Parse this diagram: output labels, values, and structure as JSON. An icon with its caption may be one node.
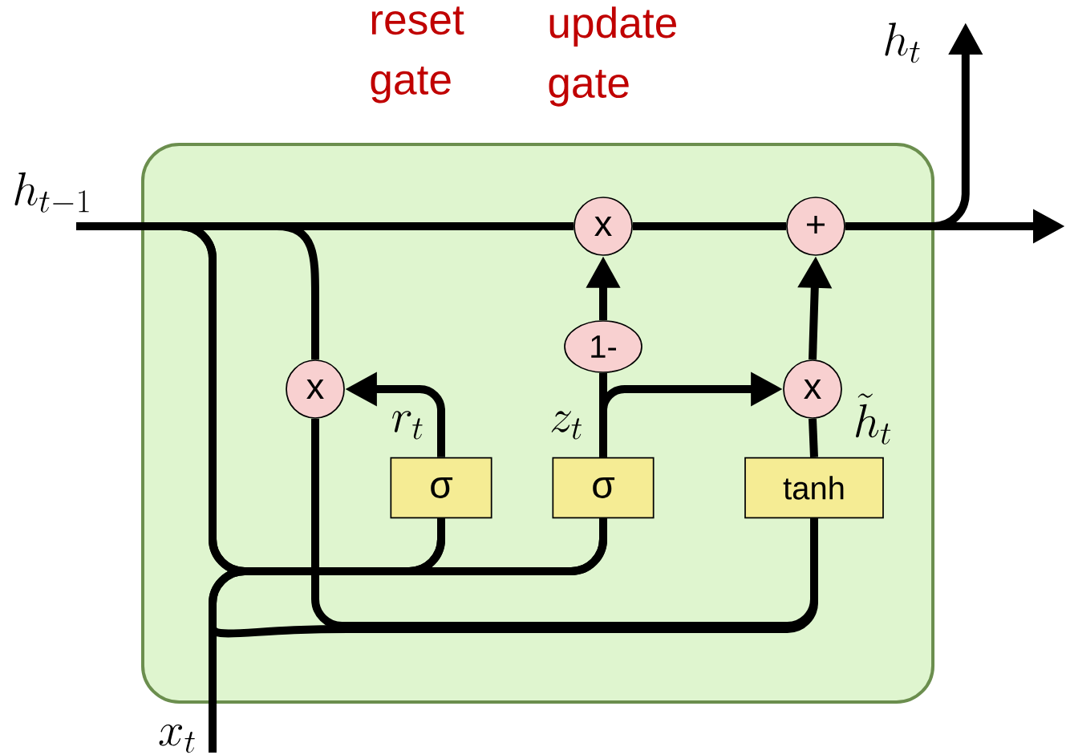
{
  "diagram": {
    "nodes": [
      {
        "text": [],
        "shape": "box"
      },
      {
        "text": [
          "x"
        ],
        "in": 0
      },
      {
        "text": [
          "x"
        ],
        "in": 0
      },
      {
        "text": [
          "+"
        ],
        "in": 0
      },
      {
        "text": [
          "1-"
        ],
        "in": 0
      },
      {
        "text": [
          "x"
        ],
        "in": 0
      },
      {
        "text": [
          "σ"
        ],
        "in": 0
      },
      {
        "text": [
          "σ"
        ],
        "in": 0
      },
      {
        "text": [
          "tanh"
        ],
        "in": 0
      },
      {
        "text": [
          "h_{t-1}"
        ]
      },
      {
        "text": [
          "h_t"
        ]
      },
      {
        "text": [
          "x_t"
        ]
      }
    ],
    "edges": [
      {
        "from": 9,
        "to": 2,
        "arrow": "none"
      },
      {
        "from": 2,
        "to": 3,
        "arrow": "none"
      },
      {
        "from": 3,
        "to": null,
        "arrow": "to"
      },
      {
        "from": 3,
        "to": 10,
        "arrow": "to"
      },
      {
        "from": 9,
        "to": 1,
        "arrow": "none"
      },
      {
        "from": 9,
        "to": 6,
        "arrow": "none"
      },
      {
        "from": 9,
        "to": 7,
        "arrow": "none"
      },
      {
        "from": 1,
        "to": 8,
        "arrow": "none"
      },
      {
        "from": 11,
        "to": 6,
        "arrow": "none"
      },
      {
        "from": 11,
        "to": 7,
        "arrow": "none"
      },
      {
        "from": 11,
        "to": 8,
        "arrow": "none"
      },
      {
        "from": 6,
        "to": 1,
        "arrow": "to",
        "label": "r_t"
      },
      {
        "from": 7,
        "to": 4,
        "arrow": "none",
        "label": "z_t"
      },
      {
        "from": 4,
        "to": 2,
        "arrow": "to"
      },
      {
        "from": 7,
        "to": 5,
        "arrow": "to"
      },
      {
        "from": 8,
        "to": 5,
        "arrow": "none",
        "label": "\\tilde{h}_t"
      },
      {
        "from": 5,
        "to": 3,
        "arrow": "to"
      }
    ],
    "labels": [
      "reset gate",
      "update gate"
    ]
  }
}
